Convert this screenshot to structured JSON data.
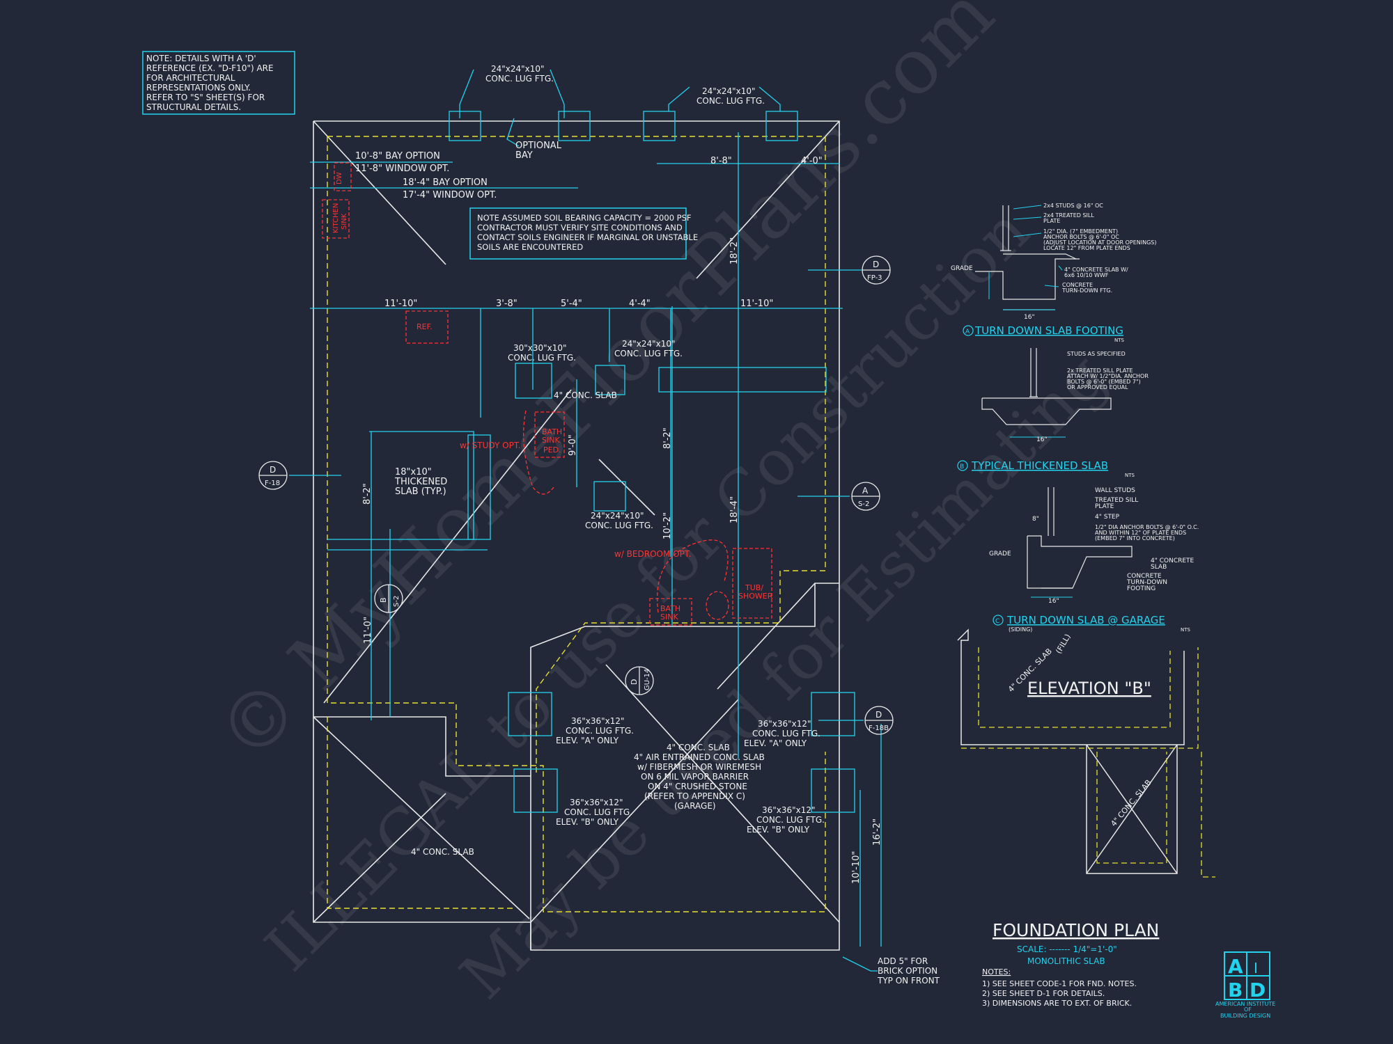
{
  "note_box": [
    "NOTE: DETAILS WITH A 'D'",
    "REFERENCE (EX. \"D-F10\") ARE",
    "FOR ARCHITECTURAL",
    "REPRESENTATIONS ONLY.",
    "REFER TO \"S\" SHEET(S) FOR",
    "STRUCTURAL DETAILS."
  ],
  "soil_note": [
    "NOTE ASSUMED SOIL BEARING CAPACITY = 2000 PSF",
    "CONTRACTOR MUST VERIFY SITE CONDITIONS AND",
    "CONTACT SOILS ENGINEER IF MARGINAL OR UNSTABLE",
    "SOILS ARE ENCOUNTERED"
  ],
  "plan_labels": {
    "lug_top_left": [
      "24\"x24\"x10\"",
      "CONC. LUG FTG."
    ],
    "lug_top_right": [
      "24\"x24\"x10\"",
      "CONC. LUG FTG."
    ],
    "optional_bay": [
      "OPTIONAL",
      "BAY"
    ],
    "bay_option_1": "10'-8\" BAY OPTION",
    "window_opt_1": "11'-8\" WINDOW OPT.",
    "bay_option_2": "18'-4\" BAY OPTION",
    "window_opt_2": "17'-4\" WINDOW OPT.",
    "dim_8_8": "8'-8\"",
    "dim_4_0": "4'-0\"",
    "dim_11_10_left": "11'-10\"",
    "dim_3_8": "3'-8\"",
    "dim_5_4": "5'-4\"",
    "dim_4_4": "4'-4\"",
    "dim_11_10_right": "11'-10\"",
    "dim_18_2": "18'-2\"",
    "dim_18_4": "18'-4\"",
    "dim_8_2_left": "8'-2\"",
    "dim_8_2_mid": "8'-2\"",
    "dim_9_0": "9'-0\"",
    "dim_10_2": "10'-2\"",
    "dim_11_0": "11'-0\"",
    "dim_16_2": "16'-2\"",
    "dim_10_10": "10'-10\"",
    "lug_30": [
      "30\"x30\"x10\"",
      "CONC. LUG FTG."
    ],
    "lug_24_mid": [
      "24\"x24\"x10\"",
      "CONC. LUG FTG."
    ],
    "lug_24_low": [
      "24\"x24\"x10\"",
      "CONC. LUG FTG."
    ],
    "conc_slab_4": "4\" CONC. SLAB",
    "thickened_slab": [
      "18\"x10\"",
      "THICKENED",
      "SLAB (TYP.)"
    ],
    "garage_slab": [
      "4\" CONC. SLAB",
      "4\" AIR ENTRAINED CONC. SLAB",
      "w/ FIBERMESH OR WIREMESH",
      "ON 6 MIL VAPOR BARRIER",
      "ON 4\" CRUSHED STONE",
      "(REFER TO APPENDIX C)",
      "(GARAGE)"
    ],
    "lug_36_a_left": [
      "36\"x36\"x12\"",
      "CONC. LUG FTG.",
      "ELEV. \"A\" ONLY"
    ],
    "lug_36_a_right": [
      "36\"x36\"x12\"",
      "CONC. LUG FTG.",
      "ELEV. \"A\" ONLY"
    ],
    "lug_36_b_left": [
      "36\"x36\"x12\"",
      "CONC. LUG FTG.",
      "ELEV. \"B\" ONLY"
    ],
    "lug_36_b_right": [
      "36\"x36\"x12\"",
      "CONC. LUG FTG.",
      "ELEV. \"B\" ONLY"
    ],
    "porch_slab": "4\" CONC. SLAB",
    "brick_note": [
      "ADD 5\" FOR",
      "BRICK OPTION",
      "TYP ON FRONT"
    ],
    "study_opt": "w/ STUDY OPT.",
    "bedroom_opt": "w/ BEDROOM OPT.",
    "bath_sink_1": [
      "BATH",
      "SINK",
      "PED."
    ],
    "bath_sink_2": [
      "BATH",
      "SINK"
    ],
    "tub_shower": [
      "TUB/",
      "SHOWER"
    ],
    "kitchen_sink": [
      "KITCHEN",
      "SINK"
    ],
    "ref": "REF.",
    "dw": "DW"
  },
  "section_markers": [
    {
      "top": "D",
      "bottom": "FP-3"
    },
    {
      "top": "D",
      "bottom": "F-18"
    },
    {
      "top": "A",
      "bottom": "S-2"
    },
    {
      "top": "B",
      "bottom": "S-2"
    },
    {
      "top": "D",
      "bottom": "GU-14"
    },
    {
      "top": "D",
      "bottom": "F-18B"
    }
  ],
  "details": {
    "a_title": "TURN DOWN SLAB FOOTING",
    "a_letter": "A",
    "a_notes": [
      "2x4 STUDS @ 16\" OC",
      "2x4 TREATED SILL",
      "PLATE",
      "1/2\" DIA. (7\" EMBEDMENT)",
      "ANCHOR BOLTS @ 6'-0\" OC",
      "(ADJUST LOCATION AT DOOR OPENINGS)",
      "LOCATE 12\" FROM PLATE ENDS",
      "4\" CONCRETE SLAB W/",
      "6x6 10/10 WWF",
      "CONCRETE",
      "TURN-DOWN FTG."
    ],
    "a_grade": "GRADE",
    "b_title": "TYPICAL THICKENED SLAB",
    "b_letter": "B",
    "b_notes": [
      "STUDS AS SPECIFIED",
      "2x TREATED SILL PLATE",
      "ATTACH W/ 1/2\"DIA. ANCHOR",
      "BOLTS @ 6'-0\" (EMBED 7\")",
      "OR APPROVED EQUAL"
    ],
    "c_title": "TURN DOWN SLAB @ GARAGE",
    "c_letter": "C",
    "c_notes": [
      "WALL STUDS",
      "TREATED SILL",
      "PLATE",
      "4\" STEP",
      "1/2\" DIA ANCHOR BOLTS @ 6'-0\" O.C.",
      "AND WITHIN 12\" OF PLATE ENDS",
      "(EMBED 7\" INTO CONCRETE)",
      "4\" CONCRETE",
      "SLAB",
      "CONCRETE",
      "TURN-DOWN",
      "FOOTING"
    ],
    "c_grade": "GRADE",
    "nts": "NTS",
    "siding": "(SIDING)",
    "dim_16": "16\"",
    "dim_8": "8\""
  },
  "elevation_b": {
    "title": "ELEVATION \"B\"",
    "slab_label": "4\" CONC. SLAB",
    "fill_label": "(FILL)",
    "slab_label_2": "4\" CONC. SLAB"
  },
  "title_block": {
    "title": "FOUNDATION PLAN",
    "scale": "SCALE: ------- 1/4\"=1'-0\"",
    "subtitle": "MONOLITHIC SLAB",
    "notes_heading": "NOTES:",
    "notes": [
      "1) SEE SHEET CODE-1 FOR FND. NOTES.",
      "2) SEE SHEET D-1 FOR DETAILS.",
      "3) DIMENSIONS ARE TO EXT. OF BRICK."
    ]
  },
  "logo": {
    "letters": [
      "A",
      "I",
      "B",
      "D"
    ],
    "caption": [
      "AMERICAN INSTITUTE",
      "OF",
      "BUILDING DESIGN"
    ]
  },
  "watermark": [
    "© MyHomeFloorPlans.com",
    "ILLEGAL to use for Construction",
    "May be used for Estimating"
  ],
  "colors": {
    "background": "#232838",
    "line_white": "#e8e8e8",
    "dim_cyan": "#22d3ee",
    "hidden_yellow": "#e8e030",
    "fixture_red": "#ff3333"
  }
}
